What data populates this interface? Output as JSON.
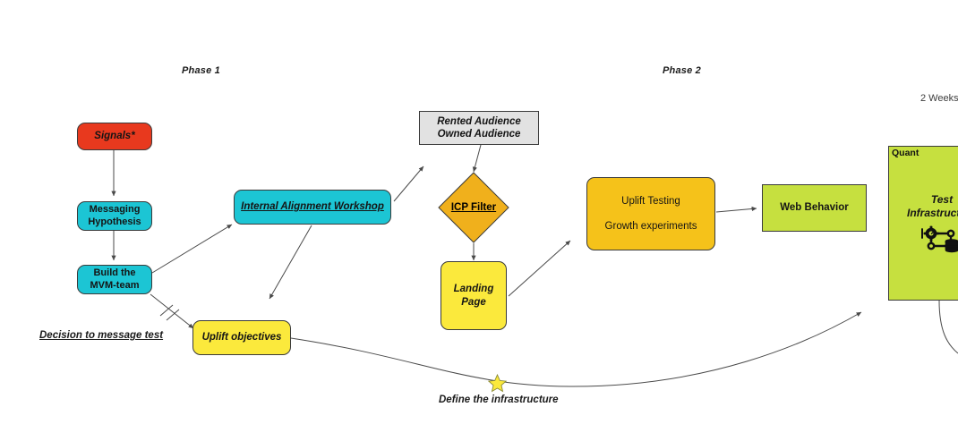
{
  "diagram": {
    "title_labels": [
      {
        "name": "phase-1",
        "text": "Phase 1"
      },
      {
        "name": "phase-2",
        "text": "Phase 2"
      }
    ],
    "duration_label": "2 Weeks",
    "nodes": {
      "signals": {
        "label": "Signals*",
        "color": "#E8391E"
      },
      "messaging_hypothesis": {
        "line1": "Messaging",
        "line2": "Hypothesis",
        "color": "#1CC5D4"
      },
      "build_mvm_team": {
        "line1": "Build the",
        "line2": "MVM-team",
        "color": "#1CC5D4"
      },
      "internal_alignment_workshop": {
        "label": "Internal Alignment Workshop",
        "color": "#1CC5D4"
      },
      "uplift_objectives": {
        "label": "Uplift objectives",
        "color": "#FBE93C"
      },
      "rented_owned_audience": {
        "line1": "Rented Audience",
        "line2": "Owned Audience",
        "color": "#E2E2E2"
      },
      "icp_filter": {
        "label": "ICP Filter",
        "color": "#F0B01C"
      },
      "landing_page": {
        "label": "Landing Page",
        "color": "#FBE93C"
      },
      "uplift_testing": {
        "line1": "Uplift Testing",
        "line2": "Growth experiments",
        "color": "#F5C21A"
      },
      "web_behavior": {
        "label": "Web Behavior",
        "color": "#C6E03F"
      },
      "test_infrastructure": {
        "tag": "Quant",
        "line1": "Test",
        "line2": "Infrastructure",
        "color": "#C6E03F",
        "icon": "infrastructure-nodes-icon"
      }
    },
    "edge_labels": {
      "decision_to_message_test": "Decision to message test",
      "define_the_infrastructure": "Define the infrastructure"
    },
    "colors": {
      "stroke": "#4a4a4a",
      "text": "#151515",
      "background": "#ffffff",
      "star": "#FBE93C"
    }
  }
}
